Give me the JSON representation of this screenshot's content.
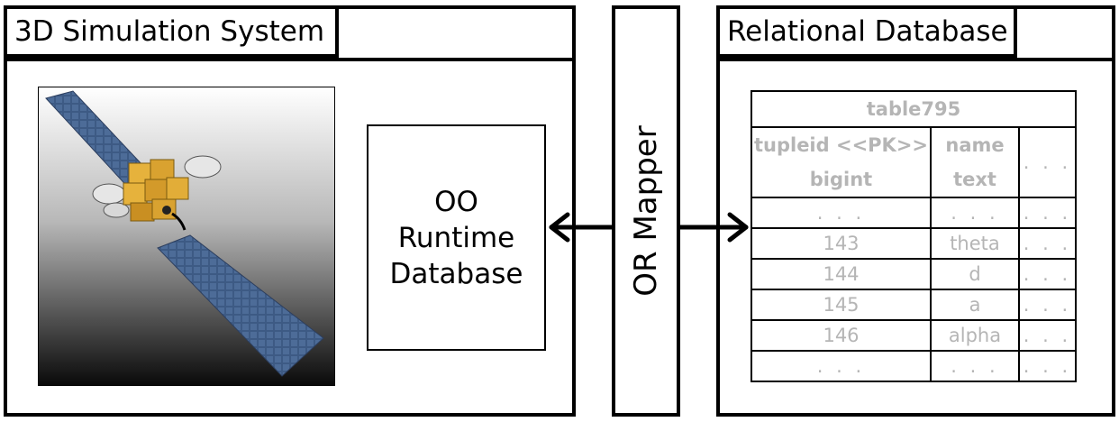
{
  "sim_panel": {
    "title": "3D Simulation System"
  },
  "runtime_box": {
    "line1": "OO",
    "line2": "Runtime",
    "line3": "Database"
  },
  "mapper": {
    "label": "OR Mapper"
  },
  "db_panel": {
    "title": "Relational Database"
  },
  "table": {
    "name": "table795",
    "headers": [
      {
        "line1": "tupleid <<PK>>",
        "line2": "bigint"
      },
      {
        "line1": "name",
        "line2": "text"
      },
      {
        "line1": "",
        "line2": ""
      }
    ],
    "header_extra": ". . .",
    "rows": [
      [
        ". . .",
        ". . .",
        ". . ."
      ],
      [
        "143",
        "theta",
        ". . ."
      ],
      [
        "144",
        "d",
        ". . ."
      ],
      [
        "145",
        "a",
        ". . ."
      ],
      [
        "146",
        "alpha",
        ". . ."
      ],
      [
        ". . .",
        ". . .",
        ". . ."
      ]
    ]
  },
  "colors": {
    "table_text": "#b5b5b5",
    "panel_border": "#000000"
  },
  "icons": {
    "satellite": "satellite-illustration",
    "arrows": "bidirectional-arrow"
  }
}
